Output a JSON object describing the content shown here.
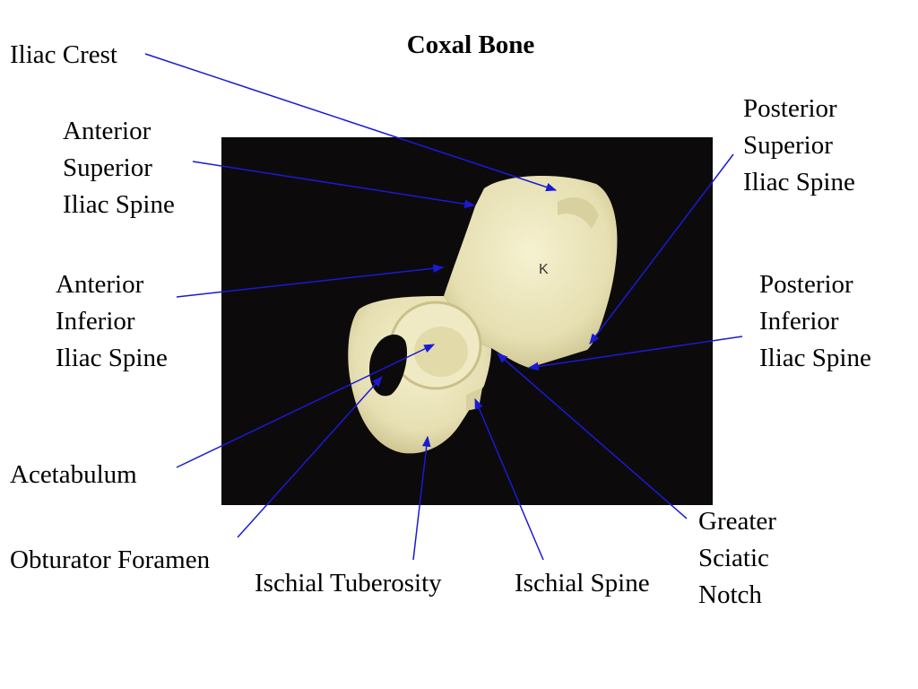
{
  "title": "Coxal Bone",
  "labels": {
    "iliac_crest": "Iliac Crest",
    "asis": [
      "Anterior",
      "Superior",
      "Iliac Spine"
    ],
    "aiis": [
      "Anterior",
      "Inferior",
      "Iliac Spine"
    ],
    "acetabulum": "Acetabulum",
    "obturator_foramen": "Obturator Foramen",
    "ischial_tuberosity": "Ischial Tuberosity",
    "ischial_spine": "Ischial Spine",
    "greater_sciatic_notch": [
      "Greater",
      "Sciatic",
      "Notch"
    ],
    "psis": [
      "Posterior",
      "Superior",
      "Iliac Spine"
    ],
    "piis": [
      "Posterior",
      "Inferior",
      "Iliac Spine"
    ]
  },
  "photo_mark": "K",
  "colors": {
    "leader_line": "#1a1ad6",
    "background_photo": "#0d0a0b",
    "bone": "#ece6bd",
    "bone_shadow": "#c9c08a"
  }
}
